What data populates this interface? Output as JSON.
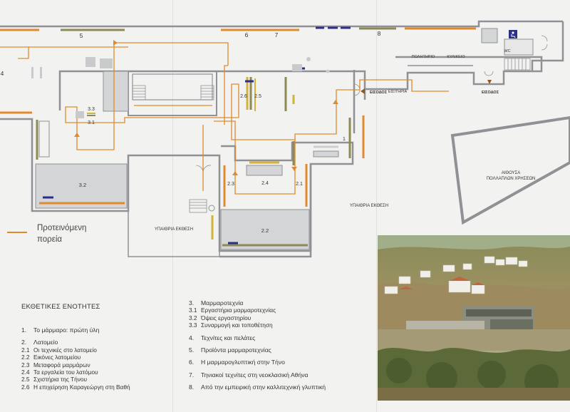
{
  "plan": {
    "zones": [
      "5",
      "6",
      "7",
      "8",
      "4",
      "3.3",
      "3.1",
      "2.6",
      "2.5",
      "1",
      "3.2",
      "2.3",
      "2.4",
      "2.1",
      "2.2"
    ],
    "rooms": {
      "wc": "WC",
      "shop": "ΠΩΛΗΤΗΡΙΟ",
      "cafe": "ΚΥΛΙΚΕΙΟ",
      "tickets": "ΕΙΣΙΤΗΡΙΑ",
      "entrance_inner": "ΕΙΣΟΔΟΣ",
      "entrance_outer": "ΕΙΣΟΔΟΣ",
      "hall_line1": "ΑΙΘΟΥΣΑ",
      "hall_line2": "ΠΟΛΛΑΠΛΩΝ ΧΡΗΣΕΩΝ",
      "outdoor_left": "ΥΠΑΙΘΡΙΑ ΕΚΘΕΣΗ",
      "outdoor_right": "ΥΠΑΙΘΡΙΑ ΕΚΘΕΣΗ"
    },
    "colors": {
      "route": "#e08a2e",
      "wall": "#8f9194",
      "room_fill": "#d4d5d6",
      "navy": "#2b2f8a",
      "olive": "#8d8a55",
      "yellow": "#d4b23a"
    }
  },
  "legend": {
    "route_label_line1": "Προτεινόμενη",
    "route_label_line2": "πορεία"
  },
  "sections": {
    "title": "ΕΚΘΕΤΙΚΕΣ ΕΝΟΤΗΤΕΣ",
    "col1": [
      {
        "num": "1.",
        "label": "Το μάρμαρο: πρώτη ύλη",
        "subs": []
      },
      {
        "num": "2.",
        "label": "Λατομείο",
        "subs": [
          {
            "num": "2.1",
            "label": "Οι τεχνικές στο λατομείο"
          },
          {
            "num": "2.2",
            "label": "Εικόνες λατομείου"
          },
          {
            "num": "2.3",
            "label": "Μεταφορά μαρμάρων"
          },
          {
            "num": "2.4",
            "label": "Τα εργαλεία του λατόμου"
          },
          {
            "num": "2.5",
            "label": "Σχιστήρια της Τήνου"
          },
          {
            "num": "2.6",
            "label": "Η επιχείρηση Καραγεώργη στη Βαθή"
          }
        ]
      }
    ],
    "col2": [
      {
        "num": "3.",
        "label": "Μαρμαροτεχνία",
        "subs": [
          {
            "num": "3.1",
            "label": "Εργαστήρια μαρμαροτεχνίας"
          },
          {
            "num": "3.2",
            "label": "Όψεις εργαστηρίου"
          },
          {
            "num": "3.3",
            "label": "Συναρμογή και τοποθέτηση"
          }
        ]
      },
      {
        "num": "4.",
        "label": "Τεχνίτες και πελάτες",
        "subs": []
      },
      {
        "num": "5.",
        "label": "Προϊόντα μαρμαροτεχνίας",
        "subs": []
      },
      {
        "num": "6.",
        "label": "Η μαρμαρογλυπτική στην Τήνο",
        "subs": []
      },
      {
        "num": "7.",
        "label": "Τηνιακοί τεχνίτες στη νεοκλασική Αθήνα",
        "subs": []
      },
      {
        "num": "8.",
        "label": "Από την εμπειρική στην καλλιτεχνική γλυπτική",
        "subs": []
      }
    ]
  }
}
